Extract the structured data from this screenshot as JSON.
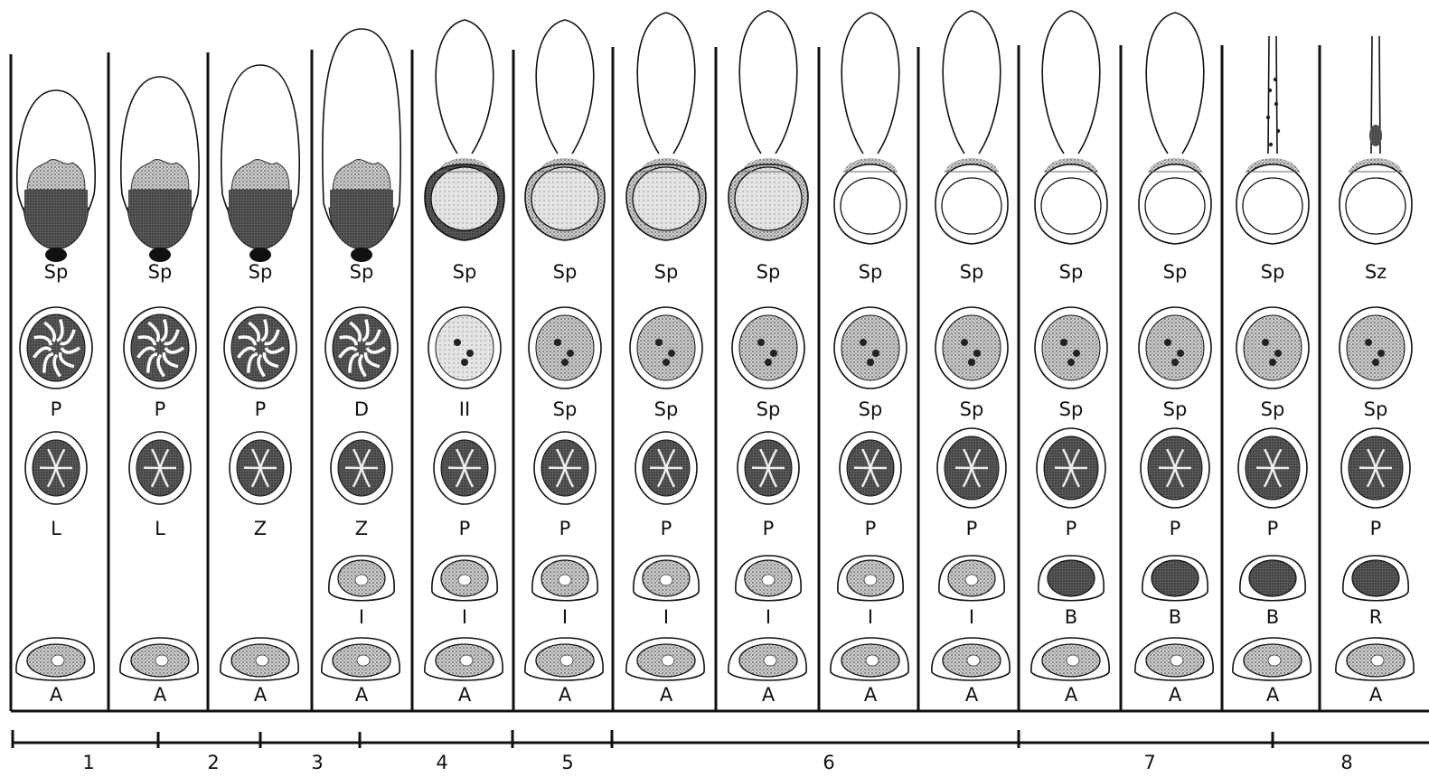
{
  "columns": [
    {
      "top": "Sp",
      "nucleus": "P",
      "chrom": "L",
      "middle": "",
      "bottom": "A"
    },
    {
      "top": "Sp",
      "nucleus": "P",
      "chrom": "L",
      "middle": "",
      "bottom": "A"
    },
    {
      "top": "Sp",
      "nucleus": "P",
      "chrom": "Z",
      "middle": "",
      "bottom": "A"
    },
    {
      "top": "Sp",
      "nucleus": "D",
      "chrom": "Z",
      "middle": "I",
      "bottom": "A"
    },
    {
      "top": "Sp",
      "nucleus": "II",
      "chrom": "P",
      "middle": "I",
      "bottom": "A"
    },
    {
      "top": "Sp",
      "nucleus": "Sp",
      "chrom": "P",
      "middle": "I",
      "bottom": "A"
    },
    {
      "top": "Sp",
      "nucleus": "Sp",
      "chrom": "P",
      "middle": "I",
      "bottom": "A"
    },
    {
      "top": "Sp",
      "nucleus": "Sp",
      "chrom": "P",
      "middle": "I",
      "bottom": "A"
    },
    {
      "top": "Sp",
      "nucleus": "Sp",
      "chrom": "P",
      "middle": "I",
      "bottom": "A"
    },
    {
      "top": "Sp",
      "nucleus": "Sp",
      "chrom": "P",
      "middle": "I",
      "bottom": "A"
    },
    {
      "top": "Sp",
      "nucleus": "Sp",
      "chrom": "P",
      "middle": "B",
      "bottom": "A"
    },
    {
      "top": "Sp",
      "nucleus": "Sp",
      "chrom": "P",
      "middle": "B",
      "bottom": "A"
    },
    {
      "top": "Sp",
      "nucleus": "Sp",
      "chrom": "P",
      "middle": "B",
      "bottom": "A"
    },
    {
      "top": "Sz",
      "nucleus": "Sp",
      "chrom": "P",
      "middle": "R",
      "bottom": "A"
    }
  ],
  "stages": [
    "1",
    "2",
    "3",
    "4",
    "5",
    "6",
    "7",
    "8"
  ]
}
